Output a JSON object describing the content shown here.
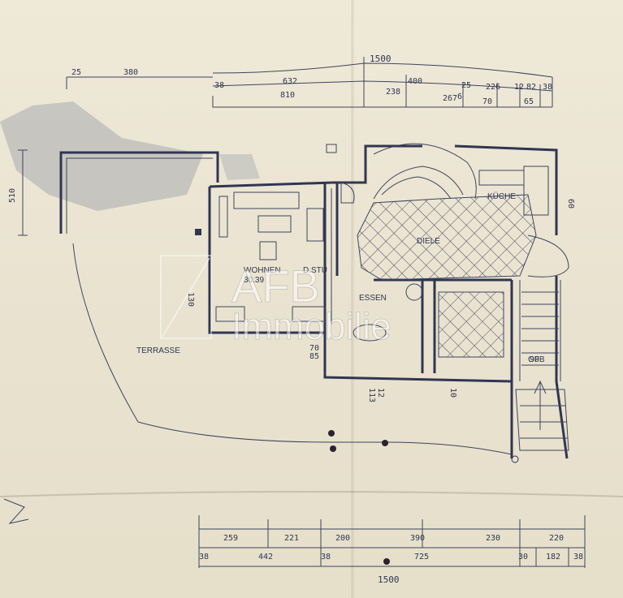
{
  "watermark": {
    "line1": "AFB",
    "line2": "Immobilie"
  },
  "dimensions_top": {
    "overall": "1500",
    "row1": [
      "25",
      "380",
      "632",
      "400",
      "25",
      "226",
      "12",
      "82",
      "38"
    ],
    "row2": [
      "38",
      "810",
      "238",
      "267",
      "6",
      "70",
      "65"
    ],
    "left_height": "510"
  },
  "dimensions_bottom": {
    "overall": "1500",
    "row1": [
      "259",
      "221",
      "200",
      "390",
      "230",
      "220"
    ],
    "row2": [
      "38",
      "442",
      "38",
      "725",
      "30",
      "182",
      "38"
    ]
  },
  "rooms": {
    "wohnen": "WOHNEN",
    "wohnen_area": "30.39",
    "essen": "ESSEN",
    "terrasse": "TERRASSE",
    "diele": "DIELE",
    "kueche": "KÜCHE",
    "dstu": "D.STU",
    "gfb": "GFB"
  },
  "misc_dims": [
    "130",
    "70",
    "85",
    "90",
    "60",
    "113",
    "10",
    "12"
  ]
}
